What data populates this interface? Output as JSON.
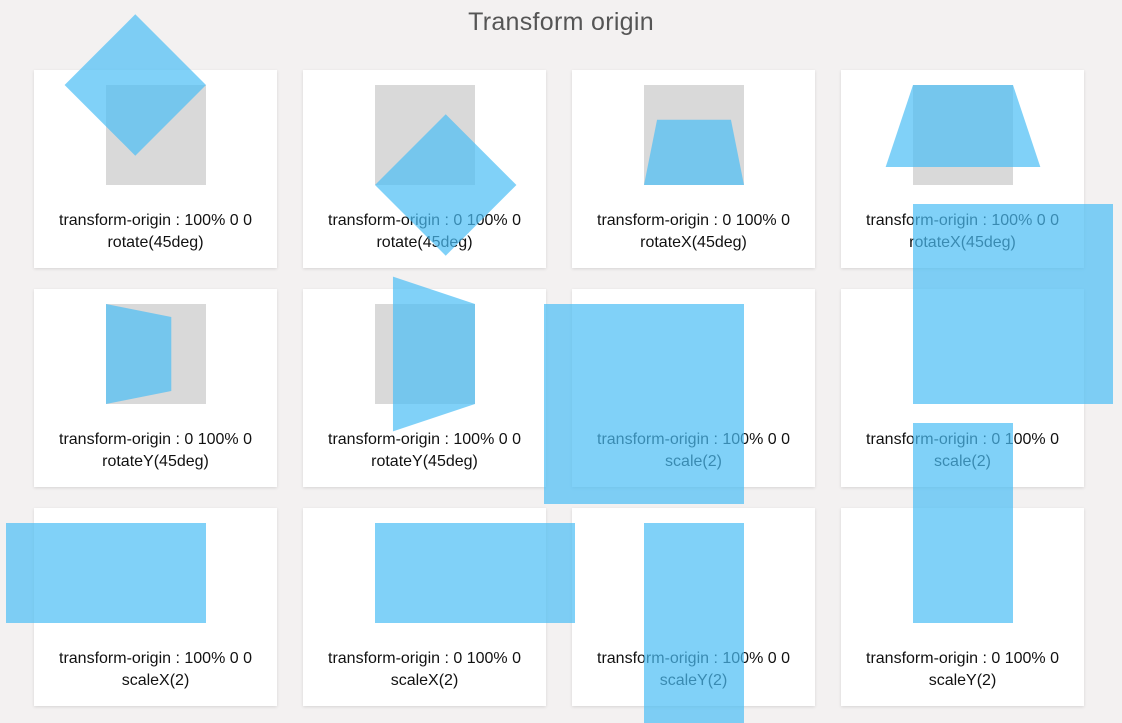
{
  "page": {
    "title": "Transform origin"
  },
  "colors": {
    "background": "#f3f1f1",
    "card": "#ffffff",
    "reference_box": "#d9d9d9",
    "shape": "#4abef5"
  },
  "cards": [
    {
      "origin_label": "transform-origin : 100% 0 0",
      "transform_label": "rotate(45deg)"
    },
    {
      "origin_label": "transform-origin : 0 100% 0",
      "transform_label": "rotate(45deg)"
    },
    {
      "origin_label": "transform-origin : 0 100% 0",
      "transform_label": "rotateX(45deg)"
    },
    {
      "origin_label": "transform-origin : 100% 0 0",
      "transform_label": "rotateX(45deg)"
    },
    {
      "origin_label": "transform-origin : 0 100% 0",
      "transform_label": "rotateY(45deg)"
    },
    {
      "origin_label": "transform-origin : 100% 0 0",
      "transform_label": "rotateY(45deg)"
    },
    {
      "origin_label": "transform-origin : 100% 0 0",
      "transform_label": "scale(2)"
    },
    {
      "origin_label": "transform-origin : 0 100% 0",
      "transform_label": "scale(2)"
    },
    {
      "origin_label": "transform-origin : 100% 0 0",
      "transform_label": "scaleX(2)"
    },
    {
      "origin_label": "transform-origin : 0 100% 0",
      "transform_label": "scaleX(2)"
    },
    {
      "origin_label": "transform-origin : 100% 0 0",
      "transform_label": "scaleY(2)"
    },
    {
      "origin_label": "transform-origin : 0 100% 0",
      "transform_label": "scaleY(2)"
    }
  ]
}
